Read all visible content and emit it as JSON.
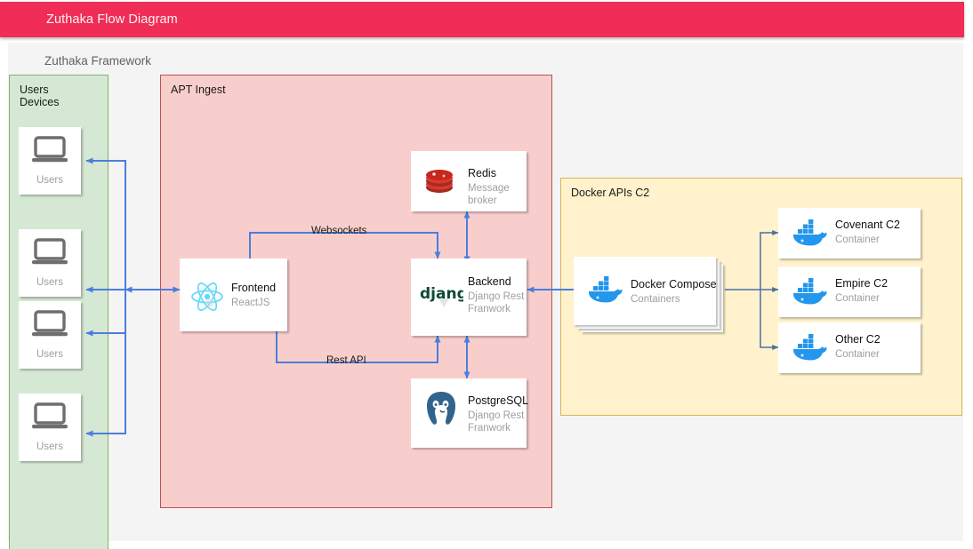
{
  "titlebar": {
    "title": "Zuthaka Flow Diagram",
    "color": "#ef2d56"
  },
  "canvas": {
    "framework_label": "Zuthaka Framework",
    "background": "#f4f4f4"
  },
  "lanes": [
    {
      "id": "users",
      "title": "Users\nDevices",
      "fill": "#d5e8d4",
      "stroke": "#82b366"
    },
    {
      "id": "apt",
      "title": "APT Ingest",
      "fill": "#f8cecc",
      "stroke": "#b85450"
    },
    {
      "id": "docker",
      "title": "Docker APIs C2",
      "fill": "#fff2cc",
      "stroke": "#d6b656"
    }
  ],
  "users": [
    {
      "label": "Users",
      "icon": "laptop-icon"
    },
    {
      "label": "Users",
      "icon": "laptop-icon"
    },
    {
      "label": "Users",
      "icon": "laptop-icon"
    },
    {
      "label": "Users",
      "icon": "laptop-icon"
    }
  ],
  "nodes": {
    "frontend": {
      "title": "Frontend",
      "subtitle": "ReactJS",
      "icon": "react-icon"
    },
    "redis": {
      "title": "Redis",
      "subtitle": "Message broker",
      "icon": "redis-icon"
    },
    "backend": {
      "title": "Backend",
      "subtitle": "Django Rest\nFranwork",
      "icon": "django-icon"
    },
    "postgres": {
      "title": "PostgreSQL",
      "subtitle": "Django Rest\nFranwork",
      "icon": "postgresql-icon"
    },
    "compose": {
      "title": "Docker Compose",
      "subtitle": "Containers",
      "icon": "docker-icon"
    },
    "covenant": {
      "title": "Covenant C2",
      "subtitle": "Container",
      "icon": "docker-icon"
    },
    "empire": {
      "title": "Empire C2",
      "subtitle": "Container",
      "icon": "docker-icon"
    },
    "other": {
      "title": "Other C2",
      "subtitle": "Container",
      "icon": "docker-icon"
    }
  },
  "connectors": {
    "websockets_label": "Websockets",
    "rest_api_label": "Rest API",
    "color": "#4a7ede",
    "docker_wire_color": "#4a6fa5"
  }
}
